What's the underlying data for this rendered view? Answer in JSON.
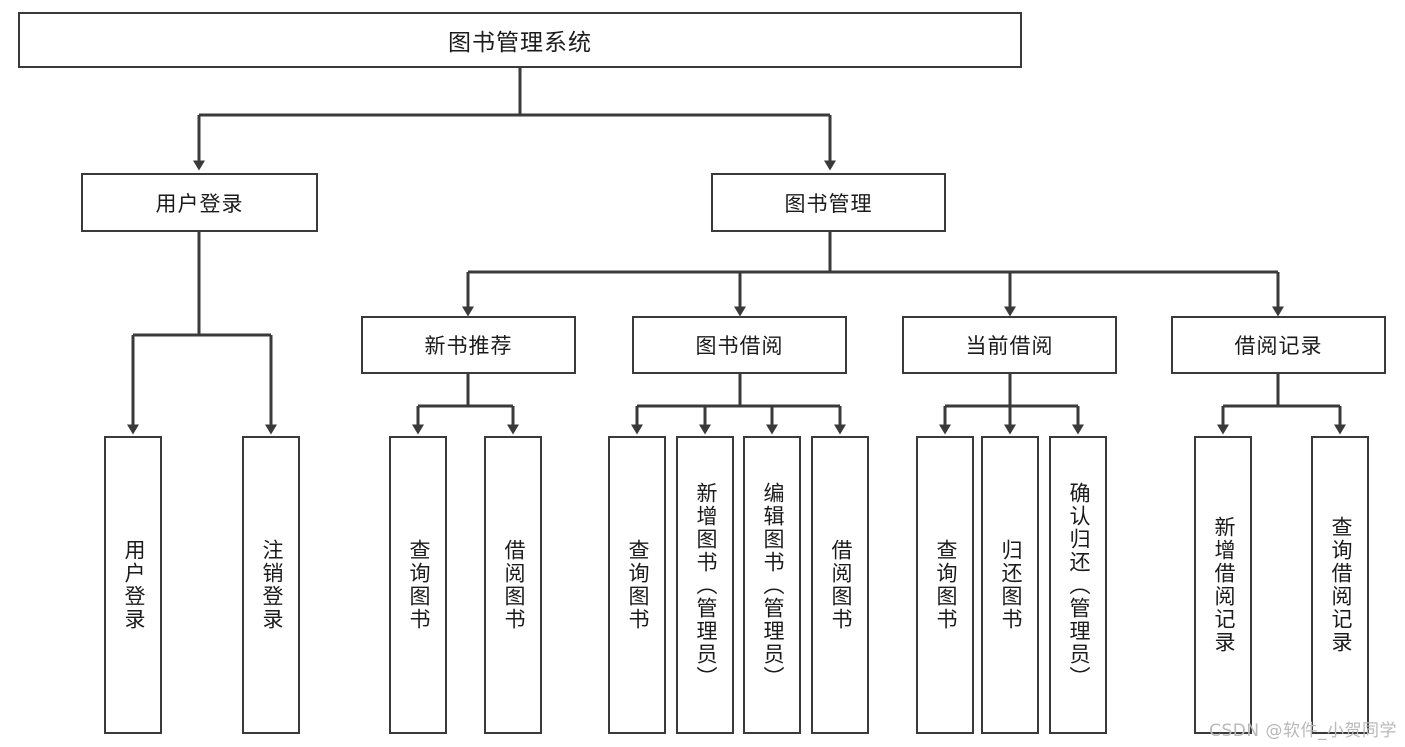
{
  "diagram": {
    "title": "图书管理系统",
    "root": {
      "label": "图书管理系统"
    },
    "level2": [
      {
        "label": "用户登录"
      },
      {
        "label": "图书管理"
      }
    ],
    "level3": [
      {
        "label": "新书推荐"
      },
      {
        "label": "图书借阅"
      },
      {
        "label": "当前借阅"
      },
      {
        "label": "借阅记录"
      }
    ],
    "leaves": {
      "user_login": [
        {
          "label": "用户登录"
        },
        {
          "label": "注销登录"
        }
      ],
      "new_book": [
        {
          "label": "查询图书"
        },
        {
          "label": "借阅图书"
        }
      ],
      "book_borrow": [
        {
          "label": "查询图书"
        },
        {
          "label": "新增图书（管理员）"
        },
        {
          "label": "编辑图书（管理员）"
        },
        {
          "label": "借阅图书"
        }
      ],
      "current_borrow": [
        {
          "label": "查询图书"
        },
        {
          "label": "归还图书"
        },
        {
          "label": "确认归还（管理员）"
        }
      ],
      "borrow_record": [
        {
          "label": "新增借阅记录"
        },
        {
          "label": "查询借阅记录"
        }
      ]
    }
  },
  "watermark": {
    "text": "CSDN @软件_小贺同学"
  },
  "colors": {
    "border": "#3a3a3a",
    "text": "#1b1b1b",
    "background": "#ffffff",
    "watermark": "#b9b9b9"
  }
}
